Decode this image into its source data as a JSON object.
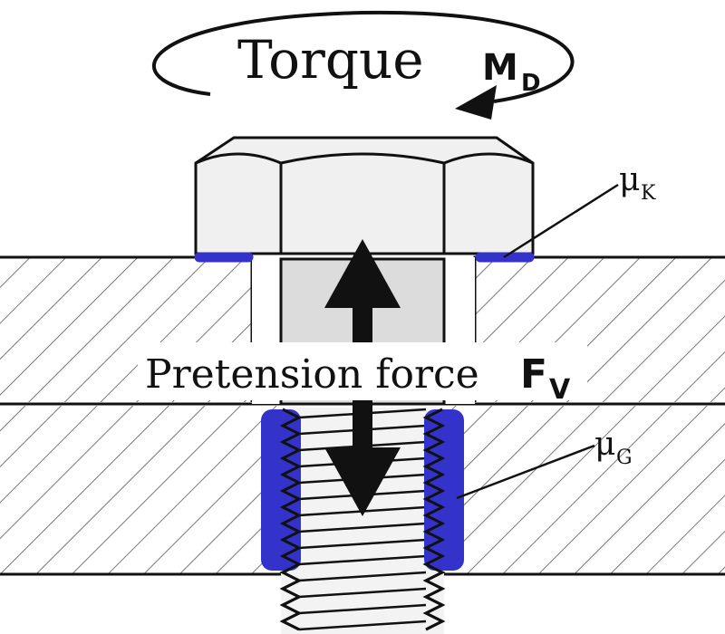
{
  "colors": {
    "friction_highlight": "#3333cc",
    "outline": "#111111",
    "bolt_fill": "#f0f0f0",
    "bolt_shank": "#dcdcdc",
    "hatch": "#555555",
    "background": "#ffffff"
  },
  "labels": {
    "torque": "Torque",
    "torque_symbol": "M",
    "torque_symbol_sub": "D",
    "pretension": "Pretension force",
    "pretension_symbol": "F",
    "pretension_symbol_sub": "V",
    "mu_head": "μ",
    "mu_head_sub": "K",
    "mu_thread": "μ",
    "mu_thread_sub": "G"
  }
}
